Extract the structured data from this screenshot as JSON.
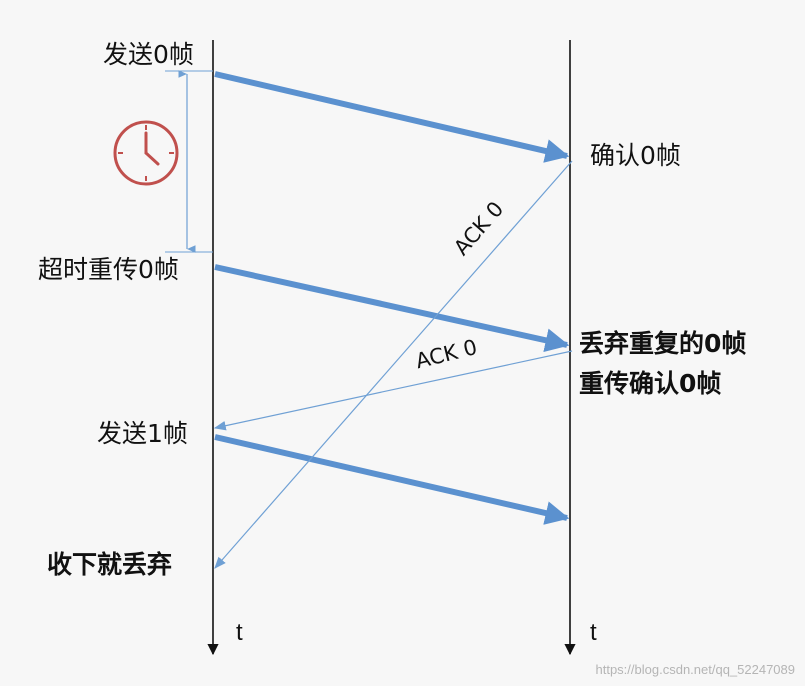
{
  "colors": {
    "background": "#f7f7f7",
    "thick_arrow": "#5b91cf",
    "thin_arrow": "#6fa0d4",
    "axis": "#111111",
    "clock": "#c0504d"
  },
  "sender": {
    "send0": "发送0帧",
    "timeout_resend0": "超时重传0帧",
    "send1": "发送1帧",
    "receive_discard": "收下就丢弃",
    "time_label": "t"
  },
  "receiver": {
    "confirm0": "确认0帧",
    "discard_dup_line1": "丢弃重复的0帧",
    "discard_dup_line2": "重传确认0帧",
    "time_label": "t"
  },
  "acks": {
    "first": "ACK 0",
    "second": "ACK 0"
  },
  "timer_icon": "clock-icon",
  "watermark": "https://blog.csdn.net/qq_52247089"
}
